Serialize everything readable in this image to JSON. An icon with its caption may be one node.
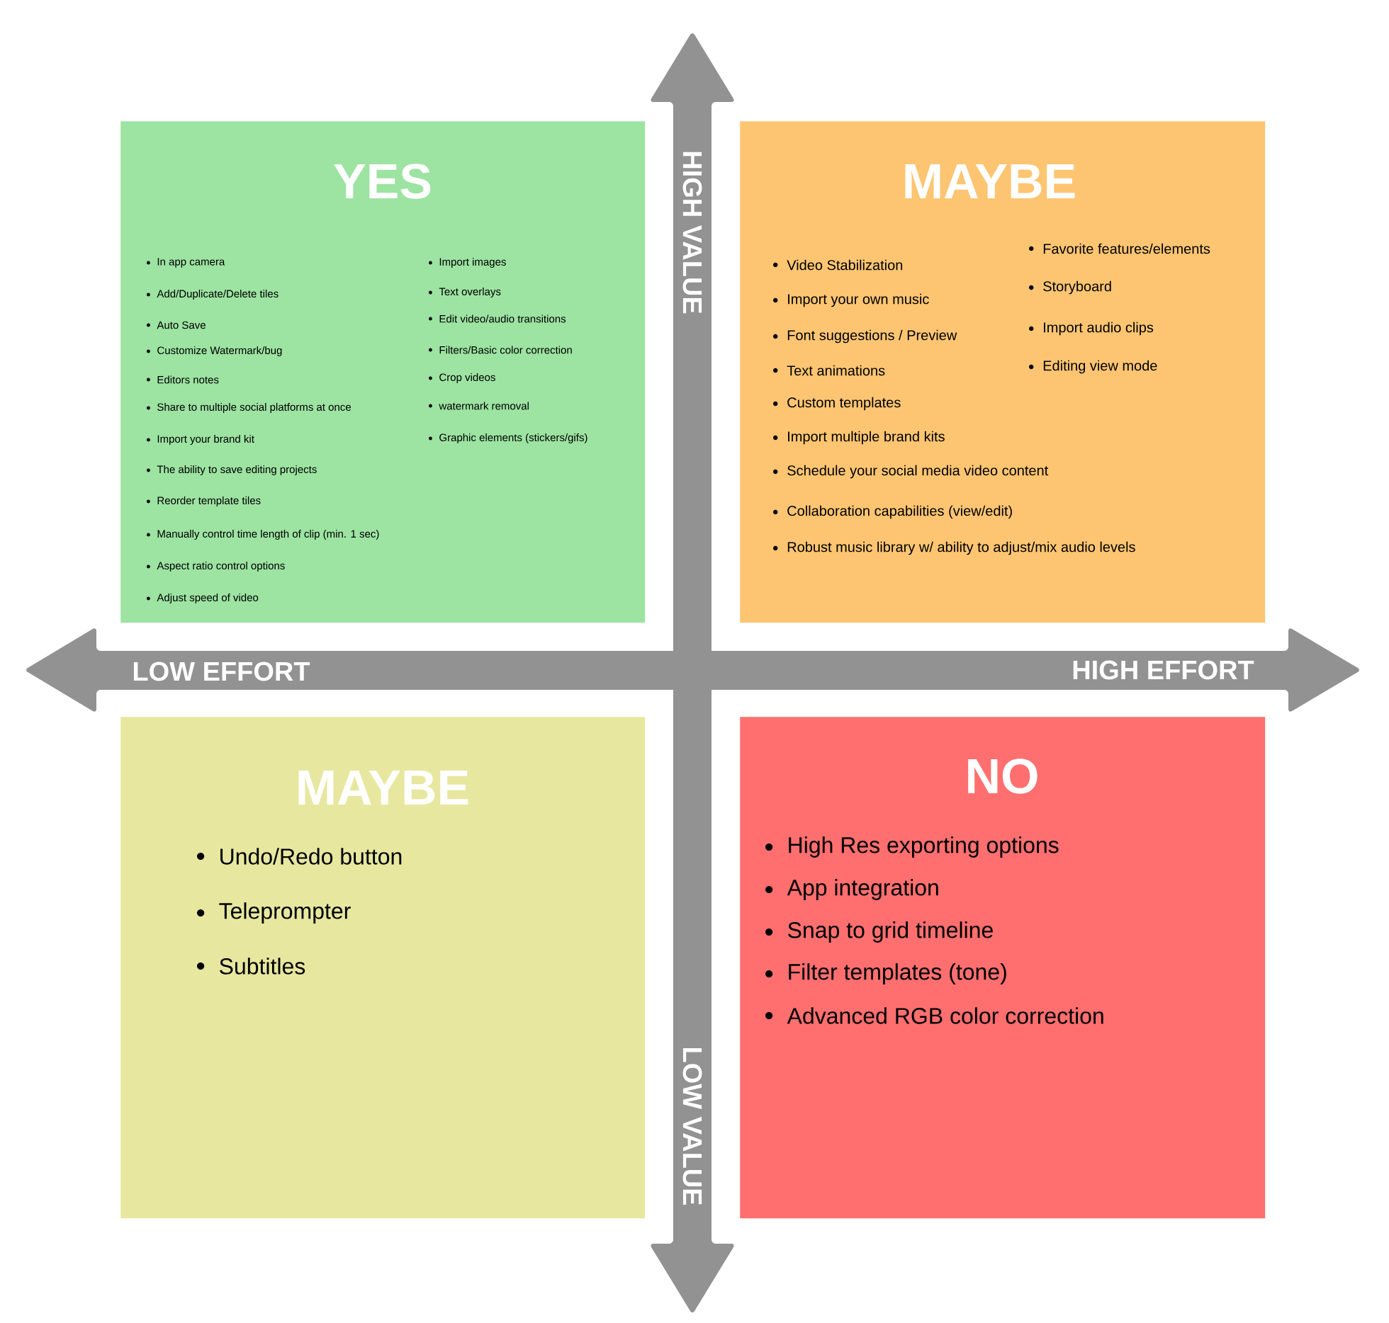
{
  "diagram": {
    "nodes": [
      {
        "text": [
          "YES",
          "In app camera",
          "Add/Duplicate/Delete tiles",
          "Auto Save",
          "Customize Watermark/bug",
          "Editors notes",
          "Share to multiple social platforms at once",
          "Import your brand kit",
          "The ability to save editing projects",
          "Reorder template tiles",
          "Manually control time length of clip (min. 1 sec)",
          "Aspect ratio control options",
          "Adjust speed of video",
          "Import images",
          "Text overlays",
          "Edit video/audio transitions",
          "Filters/Basic color correction",
          "Crop videos",
          "watermark removal",
          "Graphic elements (stickers/gifs)"
        ]
      },
      {
        "text": [
          "MAYBE",
          "Video Stabilization",
          "Import your own music",
          "Font suggestions /  Preview",
          "Text animations",
          "Custom templates",
          "Import multiple brand kits",
          "Schedule your social media video content",
          "Collaboration capabilities (view/edit)",
          "Robust music library w/ ability to adjust/mix audio levels",
          "Favorite features/elements",
          "Storyboard",
          "Import audio clips",
          "Editing view mode"
        ]
      },
      {
        "text": [
          "MAYBE",
          "Undo/Redo button",
          "Teleprompter",
          "Subtitles"
        ]
      },
      {
        "text": [
          "NO",
          "High Res exporting options",
          "App integration",
          "Snap to grid timeline",
          "Filter templates (tone)",
          "Advanced RGB color correction"
        ]
      }
    ],
    "labels": [
      "HIGH VALUE",
      "LOW EFFORT",
      "HIGH EFFORT",
      "LOW VALUE"
    ]
  }
}
